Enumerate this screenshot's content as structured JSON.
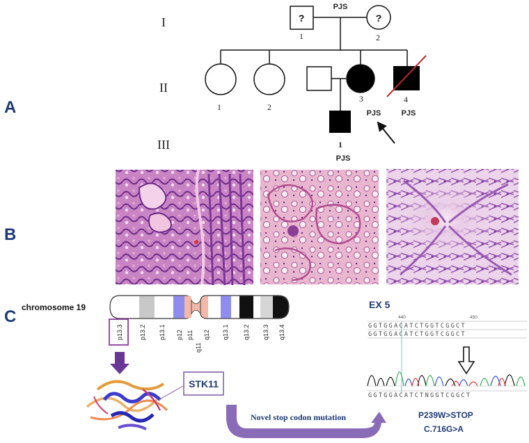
{
  "panels": {
    "a": "A",
    "b": "B",
    "c": "C"
  },
  "pedigree": {
    "generations": [
      "I",
      "II",
      "III"
    ],
    "unknown_mark": "?",
    "gen1": {
      "father_num": "1",
      "mother_num": "2",
      "couple_label": "PJS"
    },
    "gen2": {
      "nums": [
        "1",
        "2",
        "3",
        "4"
      ],
      "ind3_label": "PJS",
      "ind4_label": "PJS"
    },
    "gen3": {
      "num": "1",
      "label": "PJS"
    }
  },
  "chromosome": {
    "name": "chromosome 19",
    "bands": [
      "p13.3",
      "p13.2",
      "p13.1",
      "p12",
      "p11",
      "q11",
      "q12",
      "q13.1",
      "q13.2",
      "q13.3",
      "q13.4"
    ]
  },
  "gene": "STK11",
  "arrow_label": "Novel stop codon mutation",
  "sequencing": {
    "exon": "EX 5",
    "positions": [
      "440",
      "450"
    ],
    "ref_seq": "GGTGGACATCTGGTCGGCT",
    "seq2": "GGTGGACATCTGGTCGGCT",
    "bottom_seq": "GGTGGACATCTNGGTCGGCT"
  },
  "mutation": {
    "protein": "P239W>STOP",
    "cdna": "C.716G>A"
  },
  "colors": {
    "panel_letter": "#1f3a73",
    "gene_box": "#7e57a4",
    "arrow": "#8a6bb8",
    "centromere": "#f2b8a8",
    "band_blue": "#8f8cf0"
  }
}
